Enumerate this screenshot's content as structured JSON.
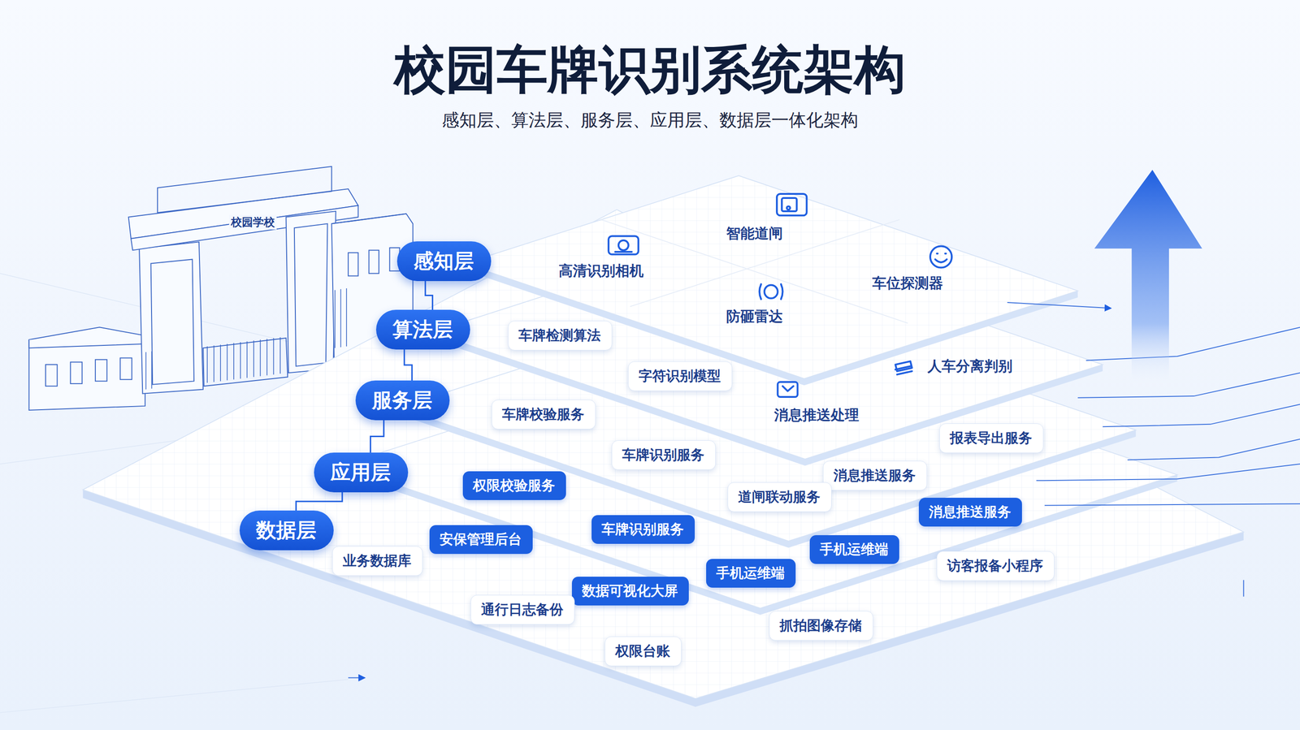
{
  "diagram": {
    "title": "校园车牌识别系统架构",
    "caption": "感知层、算法层、服务层、应用层、数据层一体化架构",
    "nodes": [
      {
        "text": [
          "感知层"
        ]
      },
      {
        "text": [
          "智能道闸"
        ]
      },
      {
        "text": [
          "高清识别相机"
        ]
      },
      {
        "text": [
          "车位探测器"
        ]
      },
      {
        "text": [
          "防砸雷达"
        ]
      },
      {
        "text": [
          "算法层"
        ]
      },
      {
        "text": [
          "车牌检测算法"
        ]
      },
      {
        "text": [
          "字符识别模型"
        ]
      },
      {
        "text": [
          "人车分离判别"
        ]
      },
      {
        "text": [
          "消息推送处理"
        ]
      },
      {
        "text": [
          "服务层"
        ]
      },
      {
        "text": [
          "车牌校验服务"
        ]
      },
      {
        "text": [
          "车牌识别服务"
        ]
      },
      {
        "text": [
          "报表导出服务"
        ]
      },
      {
        "text": [
          "消息推送服务"
        ]
      },
      {
        "text": [
          "道闸联动服务"
        ]
      },
      {
        "text": [
          "应用层"
        ]
      },
      {
        "text": [
          "权限校验服务"
        ]
      },
      {
        "text": [
          "车牌识别服务"
        ]
      },
      {
        "text": [
          "消息推送服务"
        ]
      },
      {
        "text": [
          "手机运维端"
        ]
      },
      {
        "text": [
          "手机运维端"
        ]
      },
      {
        "text": [
          "数据层"
        ]
      },
      {
        "text": [
          "安保管理后台"
        ]
      },
      {
        "text": [
          "数据可视化大屏"
        ]
      },
      {
        "text": [
          "业务数据库"
        ]
      },
      {
        "text": [
          "通行日志备份"
        ]
      },
      {
        "text": [
          "权限台账"
        ]
      },
      {
        "text": [
          "抓拍图像存储"
        ]
      },
      {
        "text": [
          "访客报备小程序"
        ]
      }
    ],
    "edges": [
      {
        "from": 0,
        "to": 5,
        "arrow": "none"
      },
      {
        "from": 5,
        "to": 10,
        "arrow": "none"
      },
      {
        "from": 10,
        "to": 16,
        "arrow": "none"
      },
      {
        "from": 16,
        "to": 22,
        "arrow": "none"
      }
    ],
    "labels": [
      "校园学校"
    ]
  }
}
